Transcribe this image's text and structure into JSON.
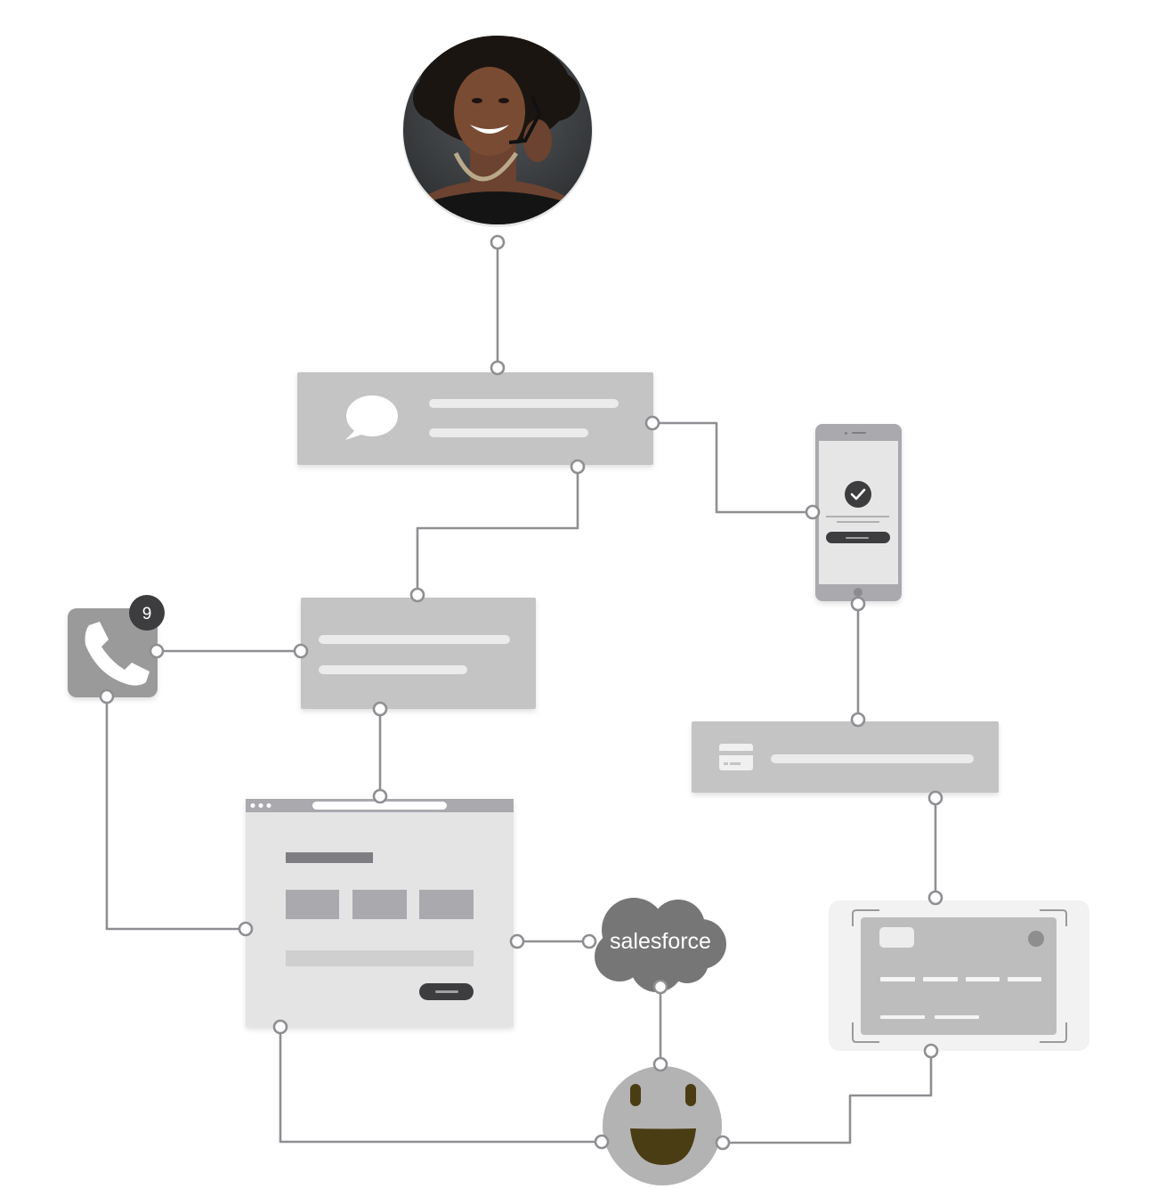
{
  "brand": {
    "label": "salesforce",
    "color": "#767676"
  },
  "phone_badge": {
    "count": "9"
  },
  "colors": {
    "connector": "#8f8f93",
    "card": "#c4c4c4",
    "panel": "#e4e4e4",
    "dark": "#3d3d3f",
    "smiley": "#b3b3b3",
    "smile_mouth": "#4a3d14"
  },
  "icons": [
    "agent-photo",
    "chat-bubble-icon",
    "phone-icon",
    "smartphone-icon",
    "checkmark-icon",
    "credit-card-icon",
    "salesforce-cloud-logo",
    "smiley-face-icon"
  ]
}
